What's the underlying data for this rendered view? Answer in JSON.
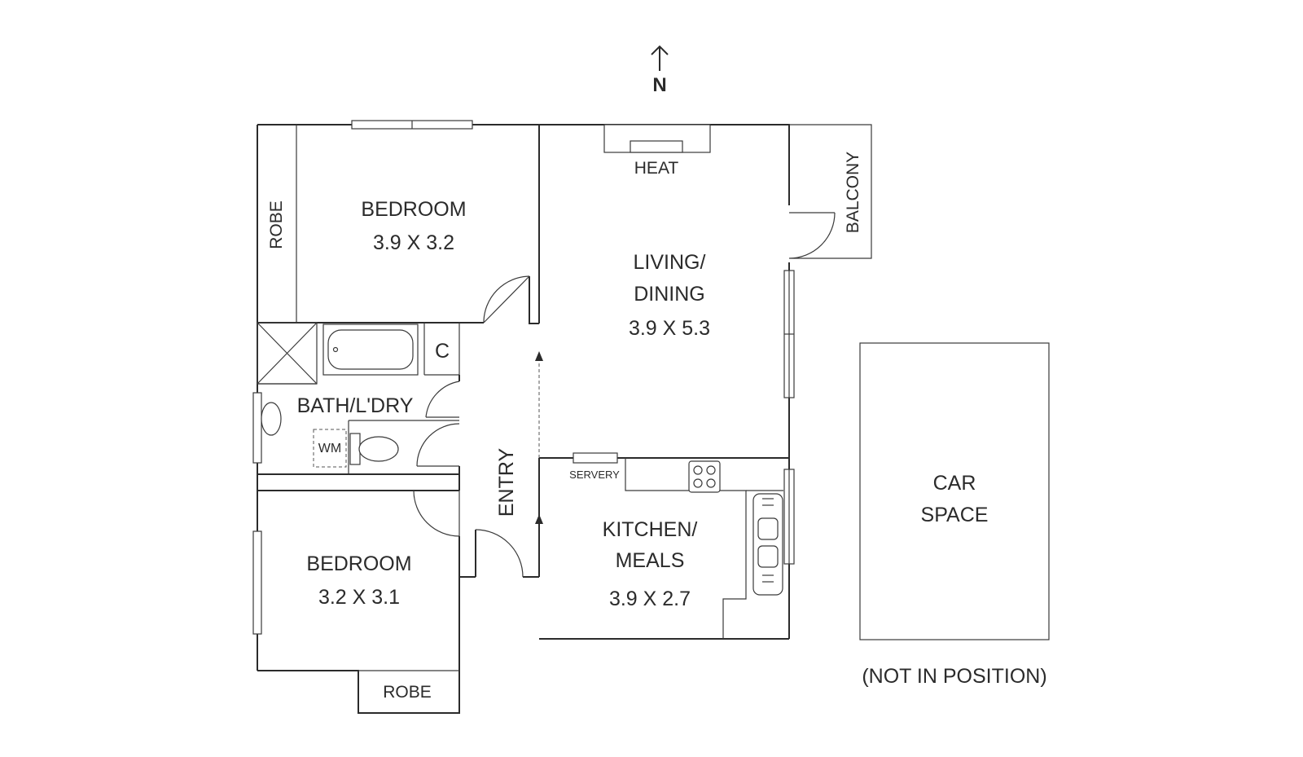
{
  "north": {
    "letter": "N"
  },
  "rooms": {
    "bedroom1": {
      "name": "BEDROOM",
      "dims": "3.9 X 3.2"
    },
    "robe1": {
      "name": "ROBE"
    },
    "living": {
      "name_line1": "LIVING/",
      "name_line2": "DINING",
      "dims": "3.9 X 5.3"
    },
    "heat": {
      "name": "HEAT"
    },
    "balcony": {
      "name": "BALCONY"
    },
    "cupboard": {
      "name": "C"
    },
    "bath": {
      "name": "BATH/L'DRY"
    },
    "wm": {
      "name": "WM"
    },
    "entry": {
      "name": "ENTRY"
    },
    "servery": {
      "name": "SERVERY"
    },
    "kitchen": {
      "name_line1": "KITCHEN/",
      "name_line2": "MEALS",
      "dims": "3.9 X 2.7"
    },
    "bedroom2": {
      "name": "BEDROOM",
      "dims": "3.2 X 3.1"
    },
    "robe2": {
      "name": "ROBE"
    },
    "car": {
      "name_line1": "CAR",
      "name_line2": "SPACE",
      "note": "(NOT IN POSITION)"
    }
  }
}
